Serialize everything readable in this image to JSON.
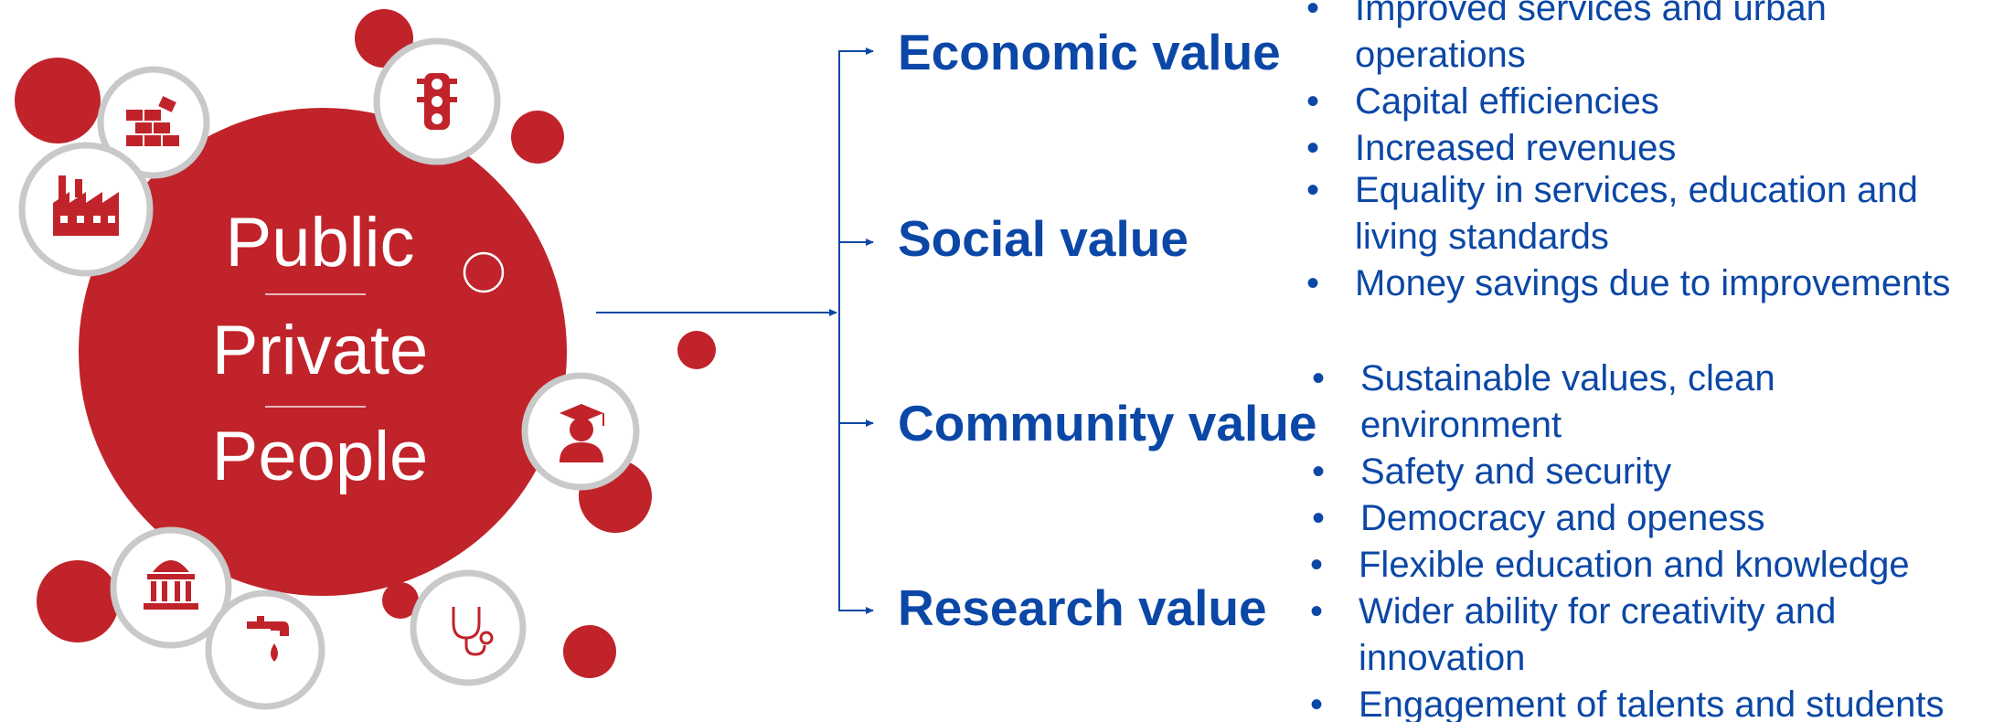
{
  "colors": {
    "red": "#c0232a",
    "grey_ring": "#c9c9c9",
    "blue": "#0b47a6"
  },
  "center": {
    "words": [
      "Public",
      "Private",
      "People"
    ]
  },
  "icons": [
    "bricks-icon",
    "traffic-light-icon",
    "factory-icon",
    "graduate-icon",
    "government-building-icon",
    "water-tap-icon",
    "stethoscope-icon"
  ],
  "values": [
    {
      "title": "Economic value",
      "bullets": [
        "Improved services and urban operations",
        "Capital efficiencies",
        "Increased revenues"
      ]
    },
    {
      "title": "Social value",
      "bullets": [
        "Equality in services, education and living standards",
        "Money savings due to improvements"
      ]
    },
    {
      "title": "Community value",
      "bullets": [
        "Sustainable values, clean environment",
        "Safety and security",
        "Democracy and openess"
      ]
    },
    {
      "title": "Research value",
      "bullets": [
        "Flexible education and knowledge",
        "Wider ability for creativity and innovation",
        "Engagement of talents and students"
      ]
    }
  ],
  "bullet_glyph": "•"
}
